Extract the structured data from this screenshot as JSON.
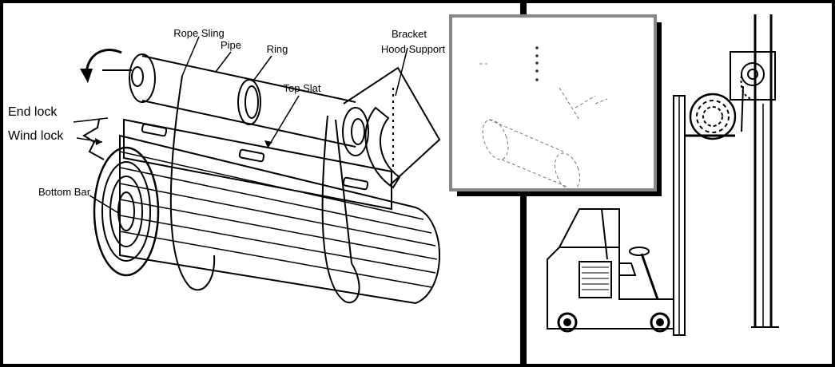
{
  "labels": {
    "rope_sling": "Rope Sling",
    "pipe": "Pipe",
    "ring": "Ring",
    "bracket": "Bracket",
    "hood_support": "Hood Support",
    "top_slat": "Top Slat",
    "end_lock": "End lock",
    "wind_lock": "Wind lock",
    "bottom_bar": "Bottom Bar"
  },
  "colors": {
    "line": "#000000",
    "inset_border": "#888888",
    "inset_shadow": "#000000"
  }
}
